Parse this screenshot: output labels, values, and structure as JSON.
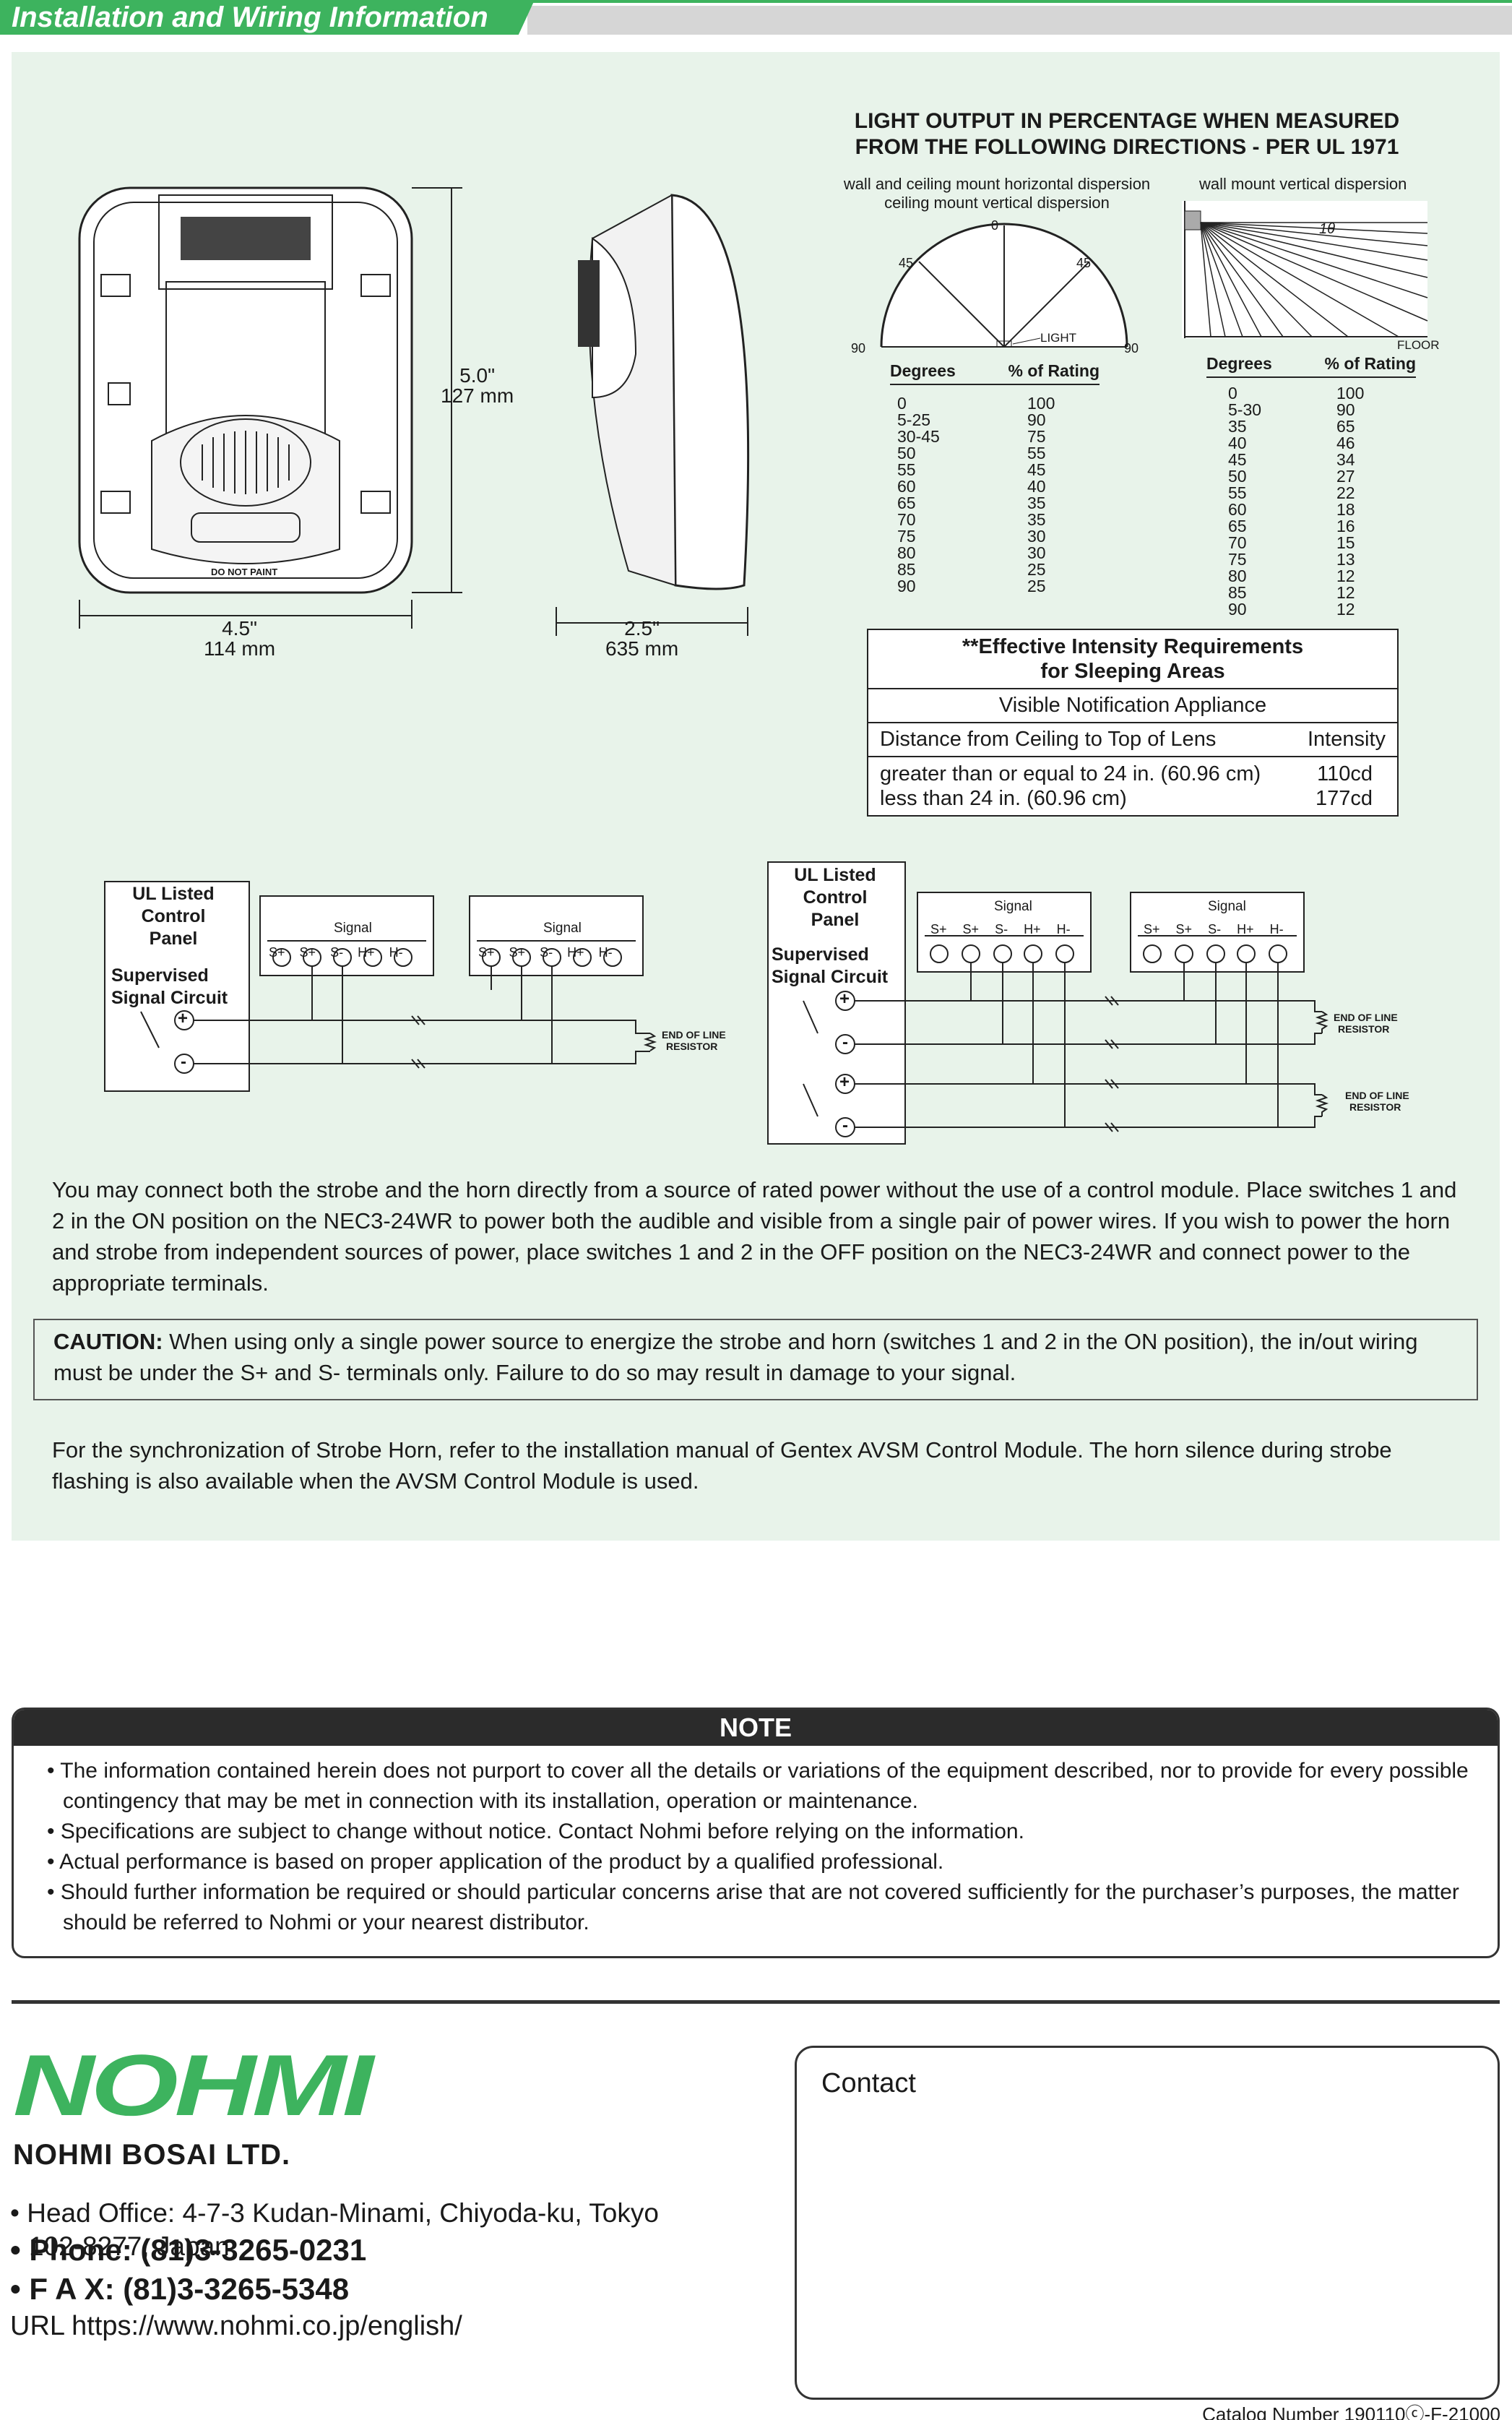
{
  "header": {
    "title": "Installation and Wiring Information"
  },
  "dimensions": {
    "height_in": "5.0ʺ",
    "height_mm": "127 mm",
    "width_in": "4.5ʺ",
    "width_mm": "114 mm",
    "depth_in": "2.5ʺ",
    "depth_mm": "635 mm",
    "do_not_paint": "DO NOT PAINT"
  },
  "light_output": {
    "heading_line1": "LIGHT OUTPUT IN PERCENTAGE WHEN MEASURED",
    "heading_line2": "FROM THE FOLLOWING DIRECTIONS - PER UL 1971",
    "left_caption_1": "wall and ceiling mount horizontal dispersion",
    "left_caption_2": "ceiling mount  vertical dispersion",
    "right_caption": "wall mount vertical dispersion",
    "angle_0": "0",
    "angle_45": "45",
    "angle_90": "90",
    "light_label": "LIGHT",
    "theta_label": "1θ",
    "floor_label": "FLOOR",
    "col_degrees": "Degrees",
    "col_rating": "% of Rating",
    "left_degrees": [
      "0",
      "5-25",
      "30-45",
      "50",
      "55",
      "60",
      "65",
      "70",
      "75",
      "80",
      "85",
      "90"
    ],
    "left_ratings": [
      "100",
      "90",
      "75",
      "55",
      "45",
      "40",
      "35",
      "35",
      "30",
      "30",
      "25",
      "25"
    ],
    "right_degrees": [
      "0",
      "5-30",
      "35",
      "40",
      "45",
      "50",
      "55",
      "60",
      "65",
      "70",
      "75",
      "80",
      "85",
      "90"
    ],
    "right_ratings": [
      "100",
      "90",
      "65",
      "46",
      "34",
      "27",
      "22",
      "18",
      "16",
      "15",
      "13",
      "12",
      "12",
      "12"
    ]
  },
  "intensity": {
    "title_1": "**Effective Intensity Requirements",
    "title_2": "for Sleeping Areas",
    "subtitle": "Visible Notification Appliance",
    "col_distance": "Distance from Ceiling to Top of Lens",
    "col_intensity": "Intensity",
    "row1_distance": "greater than or equal to 24 in. (60.96 cm)",
    "row1_value": "110cd",
    "row2_distance": "less than 24 in. (60.96 cm)",
    "row2_value": "177cd"
  },
  "wiring": {
    "panel_1": "UL Listed",
    "panel_2": "Control",
    "panel_3": "Panel",
    "circuit_1": "Supervised",
    "circuit_2": "Signal Circuit",
    "signal": "Signal",
    "terminals": [
      "S+",
      "S+",
      "S-",
      "H+",
      "H-"
    ],
    "eol_1": "END OF LINE",
    "eol_2": "RESISTOR",
    "plus": "+",
    "minus": "-"
  },
  "body": {
    "para1": "You may connect both the strobe and the horn directly from a source of rated power without the use of a control module. Place switches 1 and 2 in the ON position on the NEC3-24WR to power both the audible and visible from a single pair of power wires. If you wish to power the horn and strobe from independent sources of power, place switches 1 and 2 in the OFF position on the NEC3-24WR and connect power to the appropriate terminals.",
    "caution_label": "CAUTION:",
    "caution_text": " When using only a single power source to energize the strobe and horn (switches 1 and 2 in the ON position), the in/out wiring must be under the S+ and S- terminals only. Failure to do so may result in damage to your signal.",
    "para2": "For the synchronization of Strobe Horn, refer to the installation manual of Gentex AVSM Control Module. The horn silence during strobe flashing is also available when the AVSM Control Module is used."
  },
  "note": {
    "heading": "NOTE",
    "items": [
      "• The information contained herein does not purport to cover all the details or variations of the equipment described, nor to provide for every possible contingency that may be met in connection with its installation, operation or maintenance.",
      "• Specifications are subject to change without notice. Contact Nohmi before relying on the information.",
      "• Actual performance is based on proper application of the product by a qualified professional.",
      "• Should further information be required or should particular concerns arise that are not covered sufficiently for the purchaser’s purposes, the matter should be referred to Nohmi or your nearest distributor."
    ]
  },
  "footer": {
    "logo": "NOHMI",
    "company": "NOHMI BOSAI LTD.",
    "address_1": "• Head Office: 4-7-3 Kudan-Minami, Chiyoda-ku, Tokyo",
    "address_2": "102-8277, Japan",
    "phone": "• Phone: (81)3-3265-0231",
    "fax": "• F  A  X: (81)3-3265-5348",
    "url": "URL https://www.nohmi.co.jp/english/",
    "contact": "Contact",
    "catalog": "Catalog Number 190110ⓒ-F-21000"
  },
  "colors": {
    "brand_green": "#3db35e",
    "panel_bg": "#e8f3ea"
  }
}
